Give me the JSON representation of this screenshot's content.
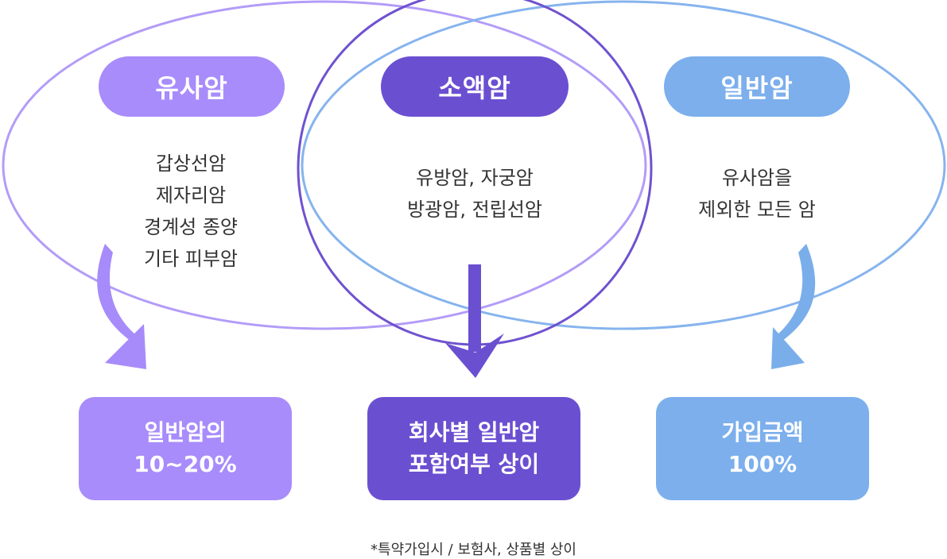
{
  "colors": {
    "light_purple": "#a78bfa",
    "dark_purple": "#6b4fd1",
    "blue": "#7aaeea"
  },
  "categories": [
    {
      "title": "유사암",
      "lines": [
        "갑상선암",
        "제자리암",
        "경계성 종양",
        "기타 피부암"
      ]
    },
    {
      "title": "소액암",
      "lines": [
        "유방암, 자궁암",
        "방광암, 전립선암"
      ]
    },
    {
      "title": "일반암",
      "lines": [
        "유사암을",
        "제외한 모든 암"
      ]
    }
  ],
  "results": [
    {
      "lines": [
        "일반암의",
        "10~20%"
      ]
    },
    {
      "lines": [
        "회사별 일반암",
        "포함여부 상이"
      ]
    },
    {
      "lines": [
        "가입금액",
        "100%"
      ]
    }
  ],
  "footnote": "*특약가입시 / 보험사, 상품별 상이"
}
